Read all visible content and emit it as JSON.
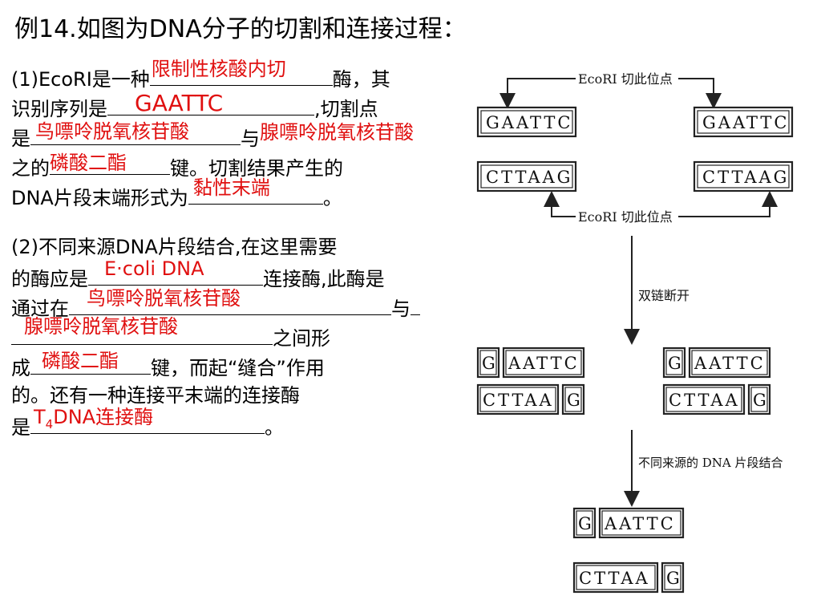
{
  "title": "例14.如图为DNA分子的切割和连接过程：",
  "q1": {
    "l1a": "(1)EcoRI是一种",
    "a1": "限制性核酸内切",
    "l1b": "酶，其",
    "l2a": "识别序列是",
    "a2": "GAATTC",
    "l2b": ",切割点",
    "l3a": "是",
    "a3": "鸟嘌呤脱氧核苷酸",
    "l3b": "与",
    "a4": "腺嘌呤脱氧核苷酸",
    "l4a": "之的",
    "a5": "磷酸二酯",
    "l4b": "键。切割结果产生的",
    "l5a": "DNA片段末端形式为",
    "a6": "黏性末端",
    "l5b": "。"
  },
  "q2": {
    "l1": "(2)不同来源DNA片段结合,在这里需要",
    "l2a": "的酶应是",
    "a1": "E·coli DNA",
    "l2b": "连接酶,此酶是",
    "l3a": "通过在",
    "a2": "鸟嘌呤脱氧核苷酸",
    "l3b": "与",
    "a3": "腺嘌呤脱氧核苷酸",
    "l4b": "之间形",
    "l5a": "成",
    "a4": "磷酸二酯",
    "l5b": "键，而起“缝合”作用",
    "l6": "的。还有一种连接平末端的连接酶",
    "l7a": "是",
    "a5_t": "T",
    "a5_sub": "4",
    "a5_rest": "DNA连接酶",
    "l7b": "。"
  },
  "diagram": {
    "site_label_top": "EcoRI 切此位点",
    "site_label_bottom": "EcoRI 切此位点",
    "top_strand": "GAATTC",
    "bottom_strand": "CTTAAG",
    "step1": "双链断开",
    "frag_g": "G",
    "frag_aattc": "AATTC",
    "frag_cttaa": "CTTAA",
    "step2": "不同来源的 DNA 片段结合"
  }
}
